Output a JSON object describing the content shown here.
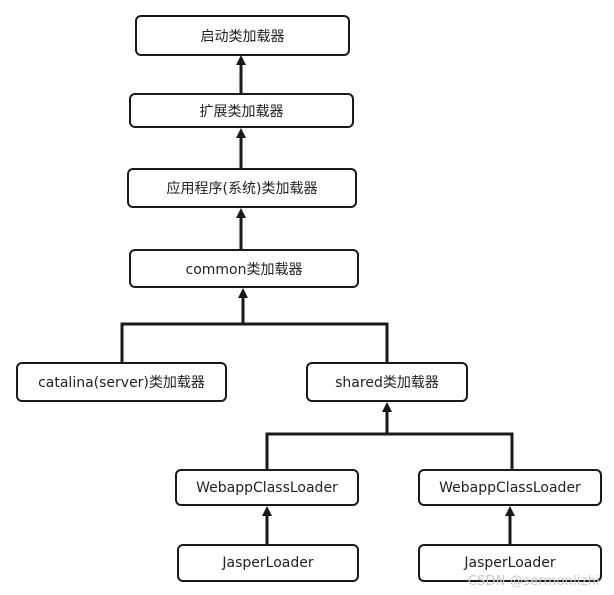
{
  "nodes": {
    "bootstrap": "启动类加载器",
    "extension": "扩展类加载器",
    "app": "应用程序(系统)类加载器",
    "common": "common类加载器",
    "catalina": "catalina(server)类加载器",
    "shared": "shared类加载器",
    "webapp1": "WebappClassLoader",
    "webapp2": "WebappClassLoader",
    "jasper1": "JasperLoader",
    "jasper2": "JasperLoader"
  },
  "watermark": "CSDN @sermonlizhi",
  "colors": {
    "border": "#1a1a1a",
    "arrow": "#1a1a1a",
    "text": "#222222",
    "background": "#ffffff",
    "watermark": "#c8c8c8"
  }
}
